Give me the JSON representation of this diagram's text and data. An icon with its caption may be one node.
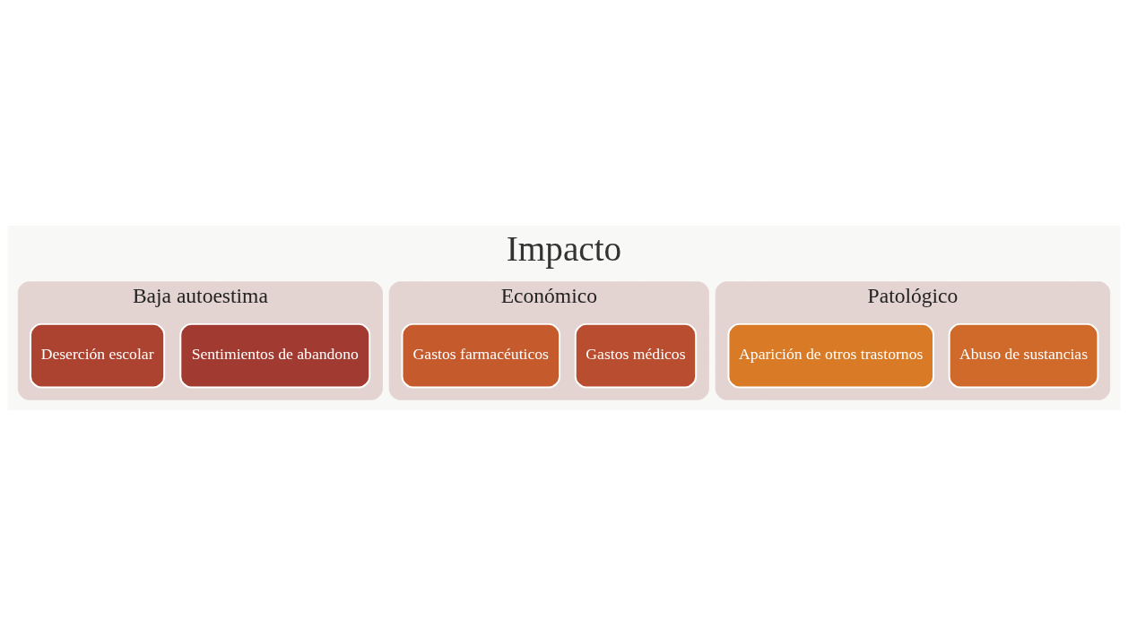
{
  "diagram": {
    "title": "Impacto",
    "nodes": [
      {
        "text": [
          "Baja autoestima"
        ]
      },
      {
        "text": [
          "Sentimientos de abandono"
        ],
        "in": 0
      },
      {
        "text": [
          "Deserción escolar"
        ],
        "in": 0
      },
      {
        "text": [
          "Económico"
        ]
      },
      {
        "text": [
          "Gastos médicos"
        ],
        "in": 3
      },
      {
        "text": [
          "Gastos farmacéuticos"
        ],
        "in": 3
      },
      {
        "text": [
          "Patológico"
        ]
      },
      {
        "text": [
          "Abuso de sustancias"
        ],
        "in": 6
      },
      {
        "text": [
          "Aparición de otros trastornos"
        ],
        "in": 6
      }
    ]
  }
}
